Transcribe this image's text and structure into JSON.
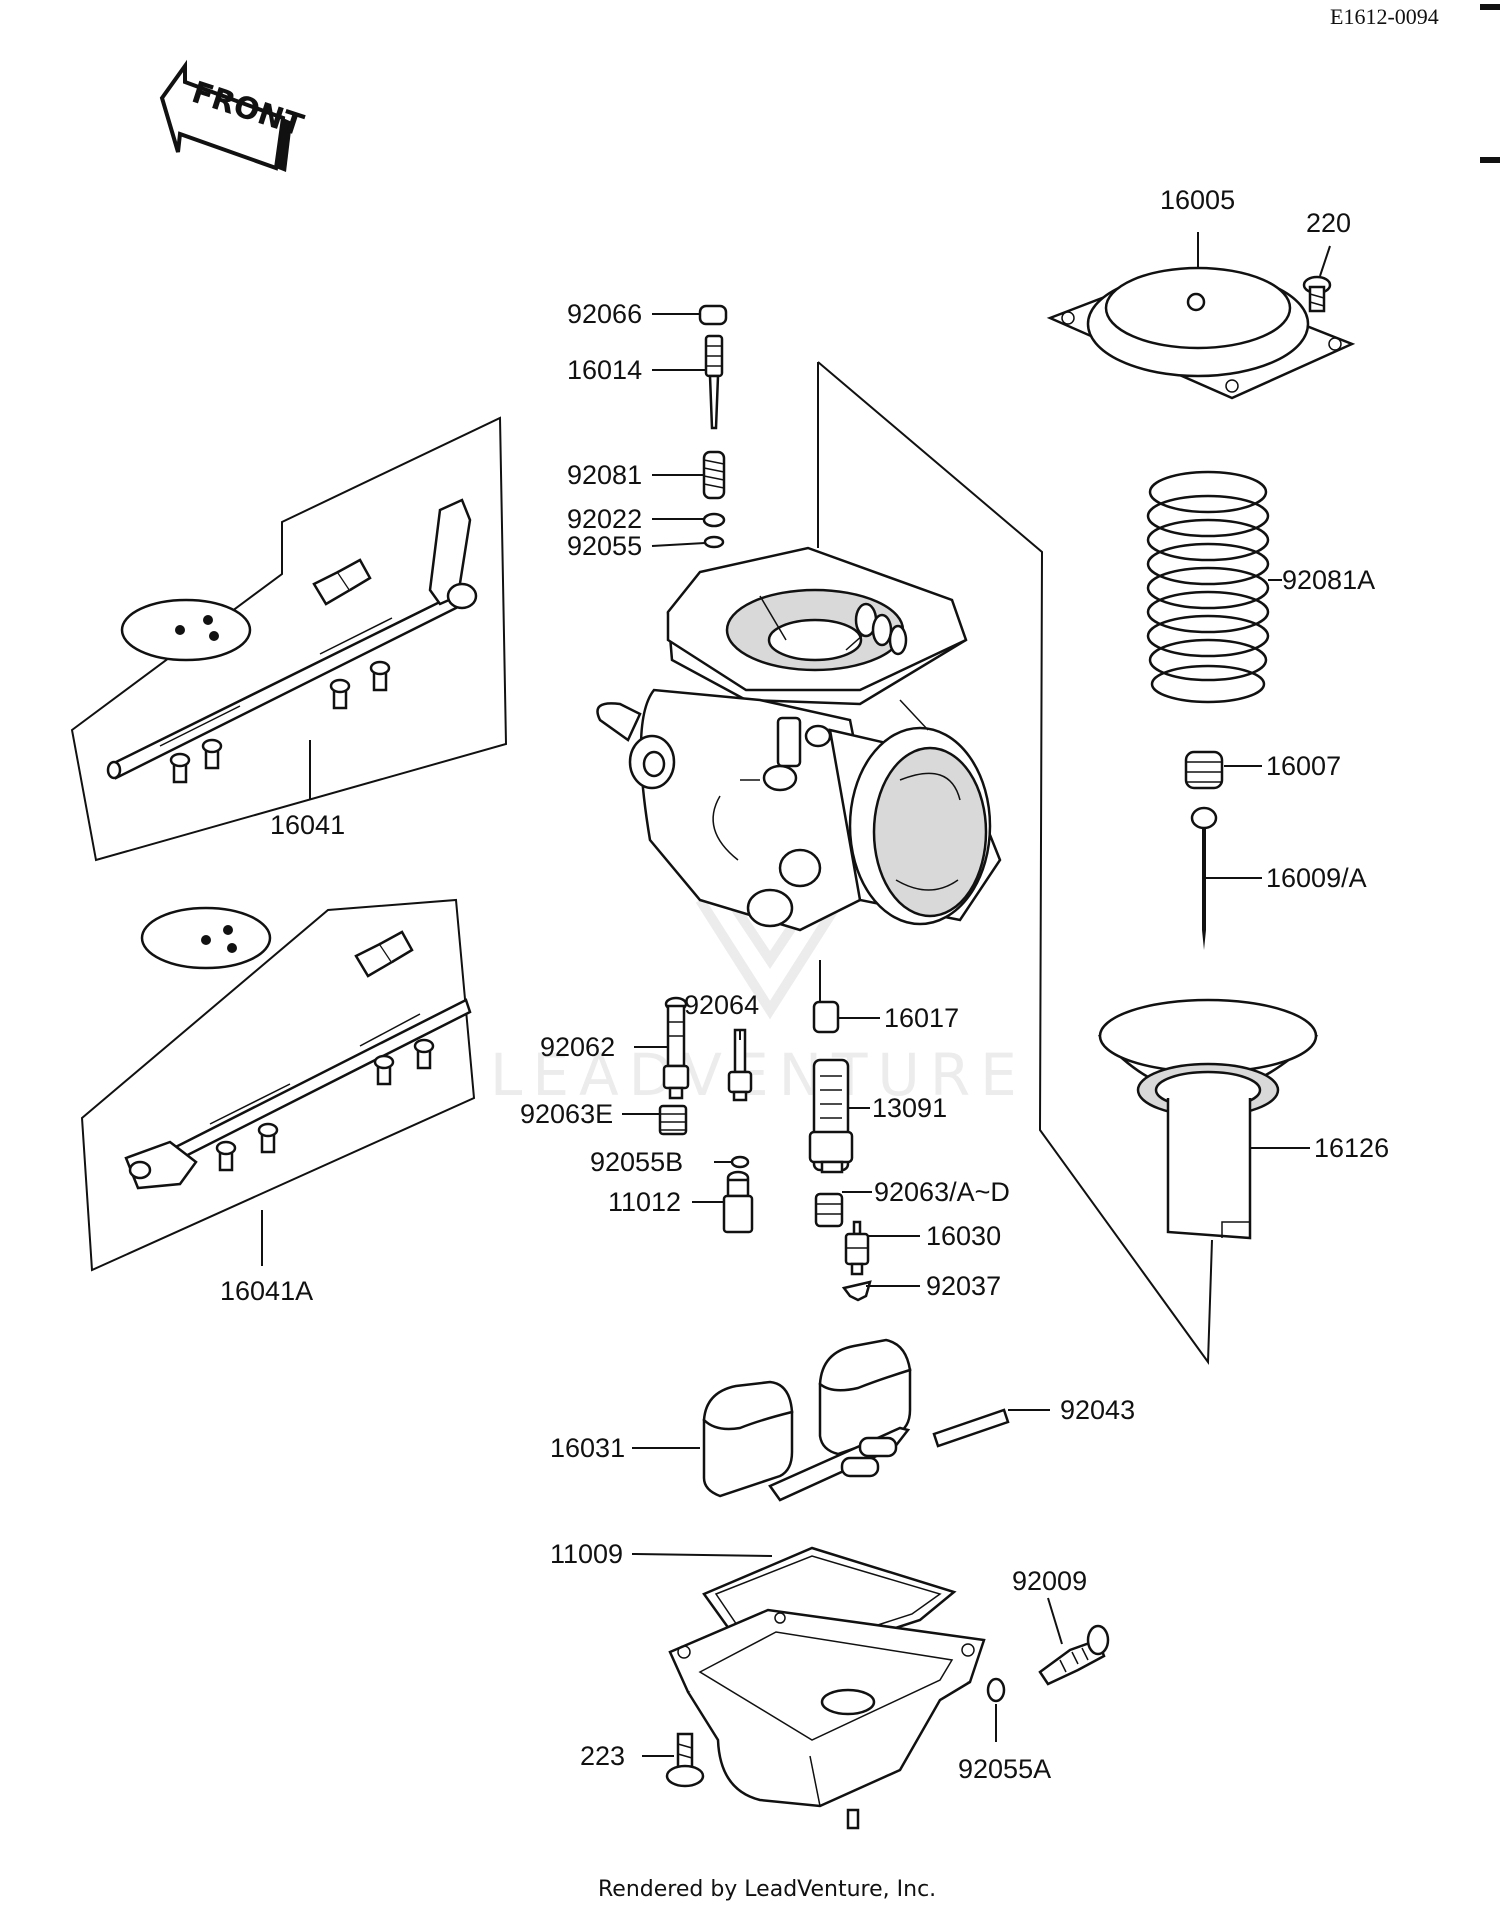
{
  "diagram": {
    "reference_code": "E1612-0094",
    "direction_arrow_label": "FRONT",
    "watermark": "LEADVENTURE",
    "footer_credit": "Rendered by LeadVenture, Inc.",
    "callouts": [
      {
        "id": "c16005",
        "label": "16005"
      },
      {
        "id": "c220",
        "label": "220"
      },
      {
        "id": "c92066",
        "label": "92066"
      },
      {
        "id": "c16014",
        "label": "16014"
      },
      {
        "id": "c92081",
        "label": "92081"
      },
      {
        "id": "c92022",
        "label": "92022"
      },
      {
        "id": "c92055",
        "label": "92055"
      },
      {
        "id": "c92081A",
        "label": "92081A"
      },
      {
        "id": "c16041",
        "label": "16041"
      },
      {
        "id": "c16007",
        "label": "16007"
      },
      {
        "id": "c16009A",
        "label": "16009/A"
      },
      {
        "id": "c92064",
        "label": "92064"
      },
      {
        "id": "c16017",
        "label": "16017"
      },
      {
        "id": "c92062",
        "label": "92062"
      },
      {
        "id": "c92063E",
        "label": "92063E"
      },
      {
        "id": "c13091",
        "label": "13091"
      },
      {
        "id": "c16126",
        "label": "16126"
      },
      {
        "id": "c92055B",
        "label": "92055B"
      },
      {
        "id": "c11012",
        "label": "11012"
      },
      {
        "id": "c92063AD",
        "label": "92063/A~D"
      },
      {
        "id": "c16030",
        "label": "16030"
      },
      {
        "id": "c16041A",
        "label": "16041A"
      },
      {
        "id": "c92037",
        "label": "92037"
      },
      {
        "id": "c92043",
        "label": "92043"
      },
      {
        "id": "c16031",
        "label": "16031"
      },
      {
        "id": "c11009",
        "label": "11009"
      },
      {
        "id": "c92009",
        "label": "92009"
      },
      {
        "id": "c223",
        "label": "223"
      },
      {
        "id": "c92055A",
        "label": "92055A"
      }
    ]
  }
}
